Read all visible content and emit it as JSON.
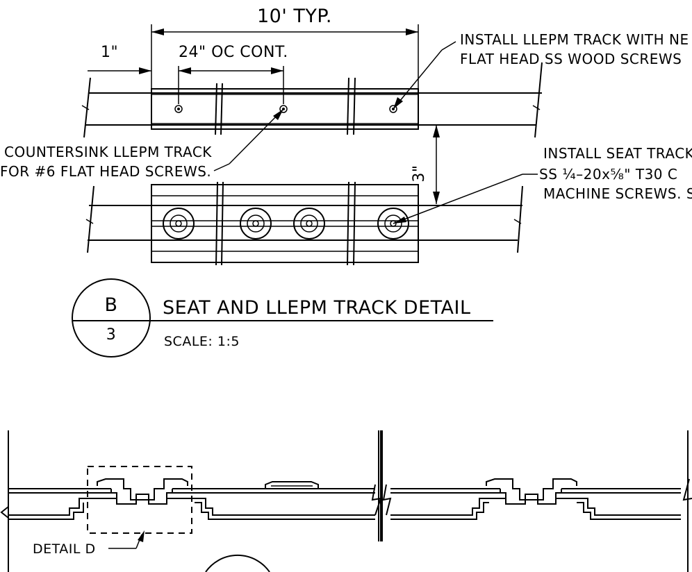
{
  "drawing": {
    "dim_10ft": "10' TYP.",
    "dim_1in": "1\"",
    "dim_24oc": "24\" OC CONT.",
    "dim_3in": "3\"",
    "note_llepm_install_1": "INSTALL LLEPM TRACK WITH NE",
    "note_llepm_install_2": "FLAT HEAD SS WOOD SCREWS",
    "note_countersink_1": "COUNTERSINK LLEPM TRACK",
    "note_countersink_2": "FOR #6 FLAT HEAD SCREWS.",
    "note_seat_install_1": "INSTALL SEAT TRACK",
    "note_seat_install_2": "SS ¼–20x⅝\" T30 C",
    "note_seat_install_3": "MACHINE SCREWS. S",
    "detail_letter": "B",
    "detail_sheet": "3",
    "detail_title": "SEAT AND LLEPM TRACK DETAIL",
    "detail_scale": "SCALE: 1:5",
    "detail_d_label": "DETAIL D"
  }
}
